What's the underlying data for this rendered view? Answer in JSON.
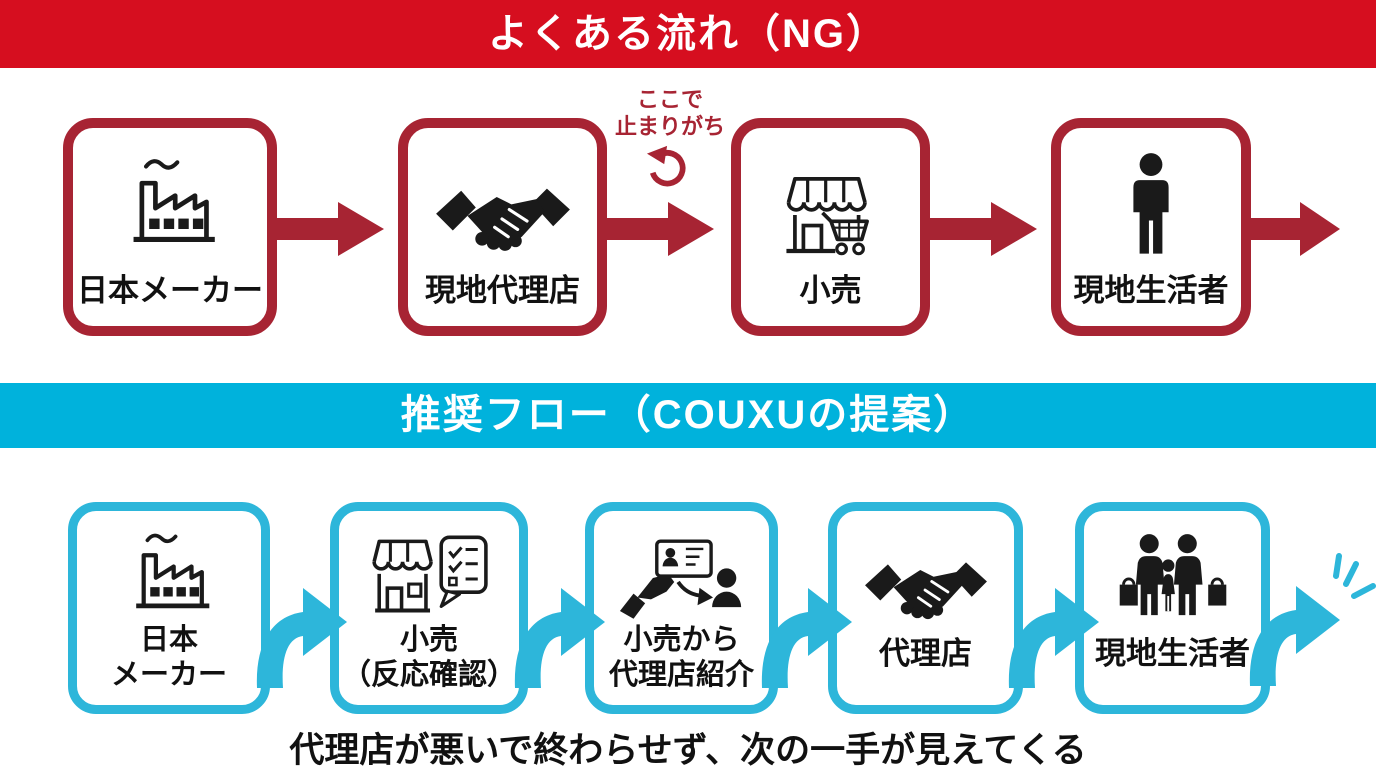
{
  "colors": {
    "ng_banner_bg": "#d60e1f",
    "ng_accent": "#a72433",
    "recommended_banner_bg": "#00b2dc",
    "recommended_accent": "#2db6da",
    "text": "#1a1a1a"
  },
  "ng_flow": {
    "banner_title": "よくある流れ（NG）",
    "steps": [
      {
        "label": "日本メーカー",
        "icon": "factory-icon"
      },
      {
        "label": "現地代理店",
        "icon": "handshake-icon"
      },
      {
        "label": "小売",
        "icon": "storefront-cart-icon"
      },
      {
        "label": "現地生活者",
        "icon": "person-icon"
      }
    ],
    "stall_note": {
      "line1": "ここで",
      "line2": "止まりがち",
      "icon": "loop-arrow-icon"
    }
  },
  "recommended_flow": {
    "banner_title": "推奨フロー（COUXUの提案）",
    "steps": [
      {
        "label_lines": [
          "日本",
          "メーカー"
        ],
        "icon": "factory-icon"
      },
      {
        "label_lines": [
          "小売",
          "（反応確認）"
        ],
        "icon": "storefront-checklist-icon"
      },
      {
        "label_lines": [
          "小売から",
          "代理店紹介"
        ],
        "icon": "business-card-referral-icon"
      },
      {
        "label_lines": [
          "代理店"
        ],
        "icon": "handshake-icon"
      },
      {
        "label_lines": [
          "現地生活者"
        ],
        "icon": "family-shoppers-icon"
      }
    ],
    "caption": "代理店が悪いで終わらせず、次の一手が見えてくる"
  }
}
